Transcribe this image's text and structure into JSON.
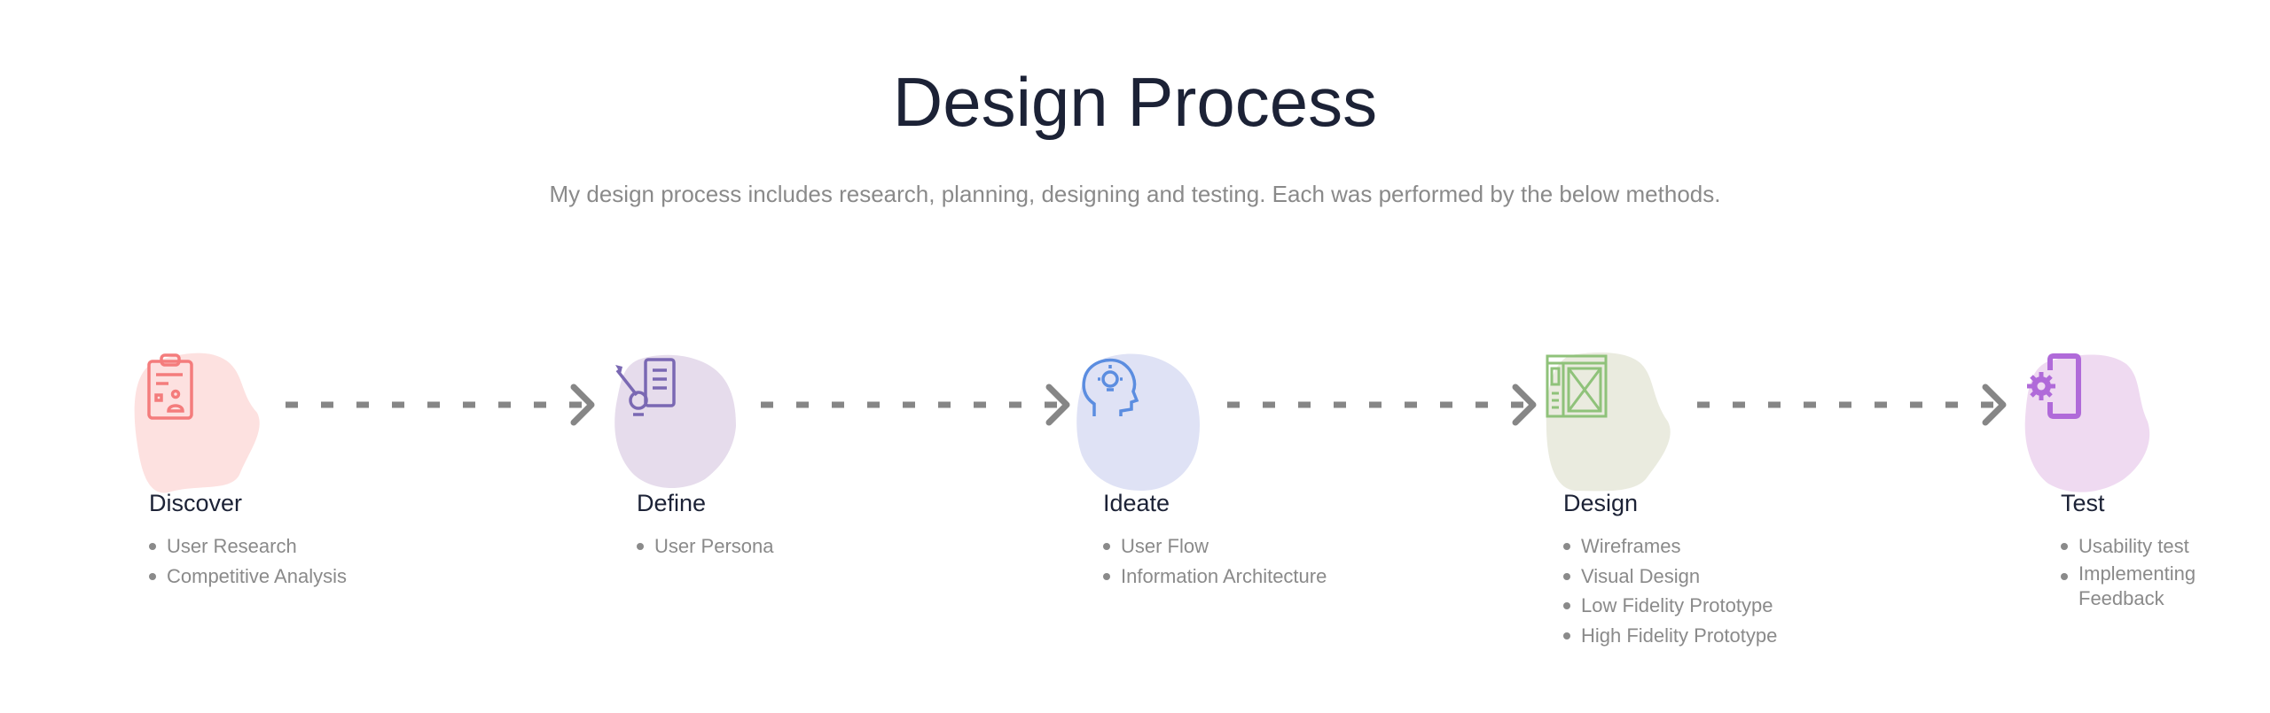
{
  "title": "Design Process",
  "subtitle": "My design process includes research, planning, designing and testing. Each was performed by the below methods.",
  "steps": [
    {
      "heading": "Discover",
      "icon": "clipboard-user-icon",
      "blob_color": "#fde1e0",
      "icon_color": "#f47c7c",
      "items": [
        "User Research",
        "Competitive Analysis"
      ]
    },
    {
      "heading": "Define",
      "icon": "target-document-icon",
      "blob_color": "#e6dcec",
      "icon_color": "#7a68b3",
      "items": [
        "User Persona"
      ]
    },
    {
      "heading": "Ideate",
      "icon": "head-lightbulb-icon",
      "blob_color": "#dfe2f5",
      "icon_color": "#5b8de0",
      "items": [
        "User Flow",
        "Information Architecture"
      ]
    },
    {
      "heading": "Design",
      "icon": "wireframe-icon",
      "blob_color": "#eaebdf",
      "icon_color": "#8fc27a",
      "items": [
        "Wireframes",
        "Visual Design",
        "Low Fidelity Prototype",
        "High Fidelity Prototype"
      ]
    },
    {
      "heading": "Test",
      "icon": "mobile-gear-icon",
      "blob_color": "#efdaf1",
      "icon_color": "#b06ad9",
      "items": [
        "Usability test",
        "Implementing Feedback"
      ]
    }
  ],
  "arrow_color": "#868686"
}
